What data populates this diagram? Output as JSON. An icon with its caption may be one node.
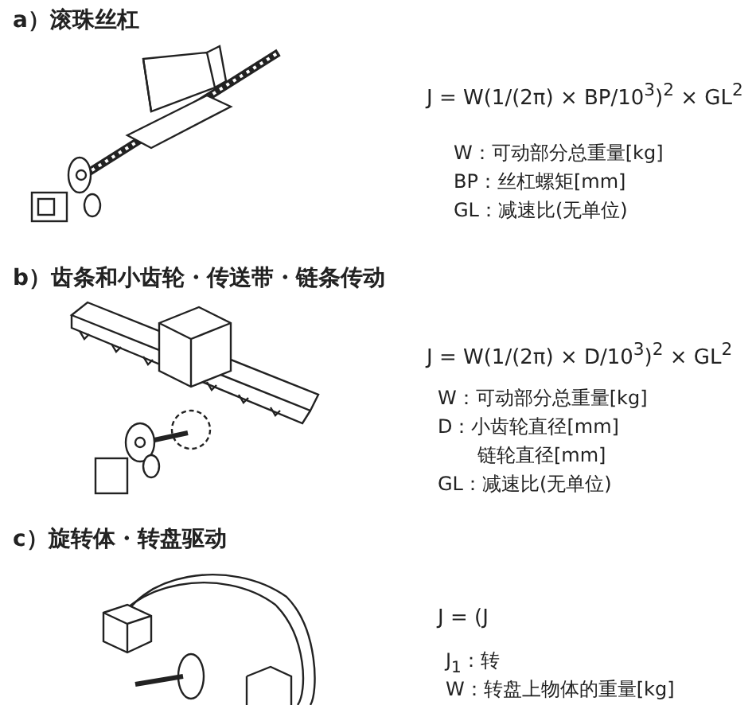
{
  "diagram": {
    "labels": [
      "a）滚珠丝杠",
      "J = W(1/(2π) × BP/10$^{3}$)$^{2}$ × GL$^{2}$",
      "W：可动部分总重量[kg]",
      "BP：丝杠螺矩[mm]",
      "GL：减速比(无单位)",
      "b）齿条和小齿轮・传送带・链条传动",
      "J = W(1/(2π) × D/10$^{3}$)$^{2}$ × GL$^{2}$",
      "W：可动部分总重量[kg]",
      "D：小齿轮直径[mm]",
      "链轮直径[mm]",
      "GL：减速比(无单位)",
      "c）旋转体・转盘驱动",
      "J = (J",
      "J$_{1}$：转",
      "W：转盘上物体的重量[kg]"
    ]
  }
}
